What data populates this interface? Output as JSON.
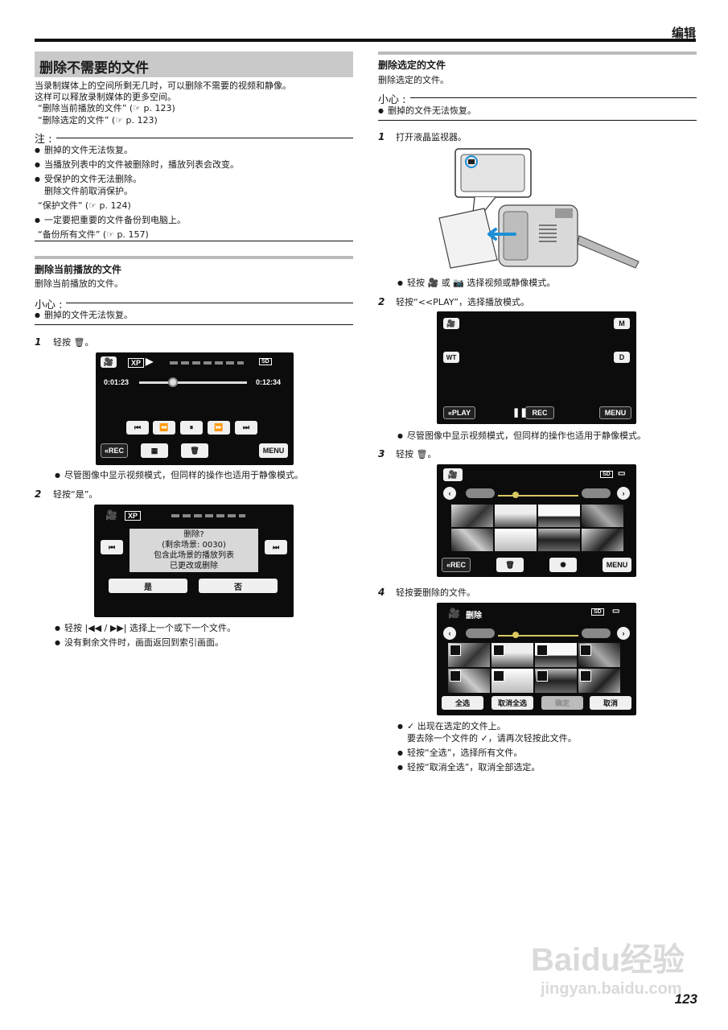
{
  "header": {
    "section": "编辑"
  },
  "main": {
    "title": "删除不需要的文件",
    "intro": [
      "当录制媒体上的空间所剩无几时，可以删除不需要的视频和静像。",
      "这样可以释放录制媒体的更多空间。"
    ],
    "refs": [
      "“删除当前播放的文件” (☞ p. 123)",
      "“删除选定的文件” (☞ p. 123)"
    ],
    "note_title": "注 :",
    "notes": [
      "删掉的文件无法恢复。",
      "当播放列表中的文件被删除时，播放列表会改变。",
      "受保护的文件无法删除。"
    ],
    "note3_sub": "删除文件前取消保护。",
    "note3_ref": "“保护文件” (☞ p. 124)",
    "note4": "一定要把重要的文件备份到电脑上。",
    "note4_ref": "“备份所有文件” (☞ p. 157)"
  },
  "current": {
    "title": "删除当前播放的文件",
    "desc": "删除当前播放的文件。",
    "caution_title": "小心 :",
    "caution": "删掉的文件无法恢复。",
    "step1_num": "1",
    "step1": "轻按 🗑。",
    "screen1": {
      "mode": "XP",
      "time_left": "0:01:23",
      "time_right": "0:12:34",
      "media": "SD",
      "rec": "«REC",
      "menu": "MENU",
      "progress": 0.31
    },
    "step1_note": "尽管图像中显示视频模式，但同样的操作也适用于静像模式。",
    "step2_num": "2",
    "step2": "轻按“是”。",
    "screen2": {
      "mode": "XP",
      "dialog": [
        "删除?",
        "(剩余场景: 0030)",
        "包含此场景的播放列表",
        "已更改或删除"
      ],
      "yes": "是",
      "no": "否"
    },
    "step2_notes": [
      "轻按 |◀◀ / ▶▶| 选择上一个或下一个文件。",
      "没有剩余文件时，画面返回到索引画面。"
    ]
  },
  "selected": {
    "title": "删除选定的文件",
    "desc": "删除选定的文件。",
    "caution_title": "小心 :",
    "caution": "删掉的文件无法恢复。",
    "step1_num": "1",
    "step1": "打开液晶监视器。",
    "step1_note": "轻按 🎥 或 📷 选择视频或静像模式。",
    "step2_num": "2",
    "step2": "轻按“<<PLAY”，选择播放模式。",
    "screen_play": {
      "m": "M",
      "wt": "WT",
      "d": "D",
      "play": "«PLAY",
      "rec": "REC",
      "menu": "MENU"
    },
    "step2_note": "尽管图像中显示视频模式，但同样的操作也适用于静像模式。",
    "step3_num": "3",
    "step3": "轻按 🗑。",
    "screen_index": {
      "media": "SD",
      "rec": "«REC",
      "menu": "MENU"
    },
    "step4_num": "4",
    "step4": "轻按要删除的文件。",
    "screen_delete": {
      "title": "删除",
      "media": "SD",
      "select_all": "全选",
      "deselect_all": "取消全选",
      "confirm": "确定",
      "cancel": "取消"
    },
    "step4_notes": [
      "✓ 出现在选定的文件上。",
      "轻按“全选”，选择所有文件。",
      "轻按“取消全选”，取消全部选定。"
    ],
    "step4_sub": "要去除一个文件的 ✓，请再次轻按此文件。"
  },
  "page_number": "123",
  "watermark": {
    "brand": "Baidu经验",
    "url": "jingyan.baidu.com"
  }
}
